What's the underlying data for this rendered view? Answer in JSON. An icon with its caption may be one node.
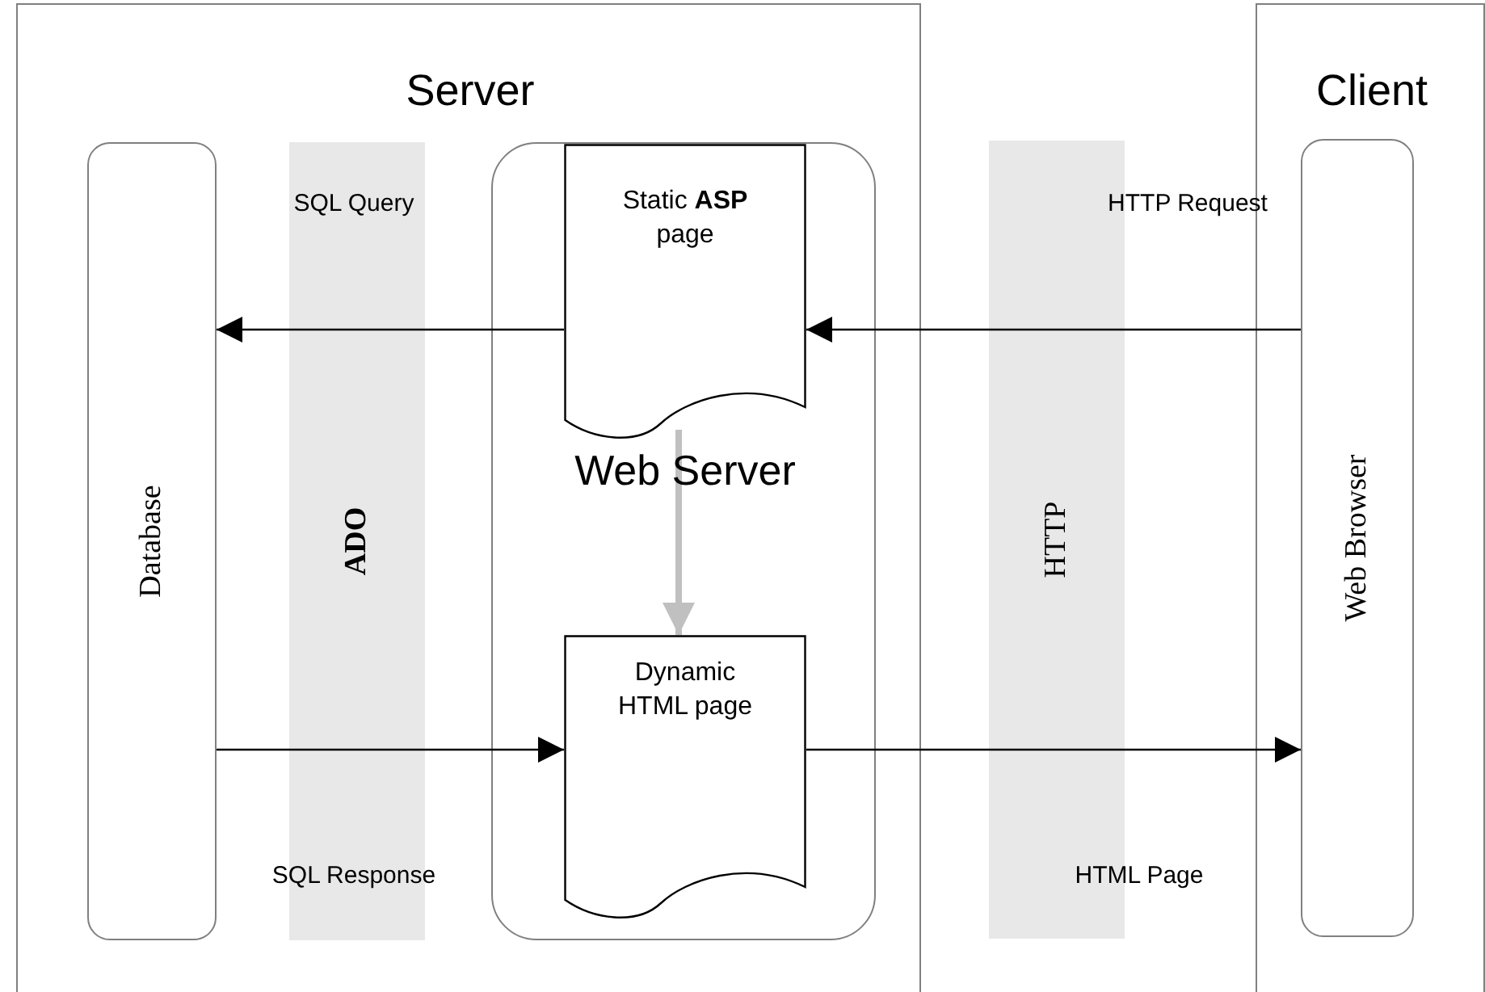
{
  "diagram": {
    "nodes": [
      {
        "text": [
          "Server"
        ]
      },
      {
        "text": [
          "Client"
        ]
      },
      {
        "text": [
          "Database"
        ],
        "in": 0
      },
      {
        "text": [
          "ADO"
        ],
        "in": 0
      },
      {
        "text": [
          "Web Server"
        ],
        "in": 0
      },
      {
        "text": [
          "Static **ASP** page"
        ],
        "in": 4
      },
      {
        "text": [
          "Dynamic HTML page"
        ],
        "in": 4
      },
      {
        "text": [
          "HTTP"
        ]
      },
      {
        "text": [
          "Web Browser"
        ],
        "in": 1
      }
    ],
    "edges": [
      {
        "from": 8,
        "to": 5,
        "arrow": "to",
        "label": "HTTP Request"
      },
      {
        "from": 5,
        "to": 2,
        "arrow": "to",
        "label": "SQL Query"
      },
      {
        "from": 5,
        "to": 6,
        "arrow": "to",
        "style": "thick",
        "color": "#c0c0c0"
      },
      {
        "from": 2,
        "to": 6,
        "arrow": "to",
        "label": "SQL Response"
      },
      {
        "from": 6,
        "to": 8,
        "arrow": "to",
        "label": "HTML Page"
      }
    ]
  }
}
